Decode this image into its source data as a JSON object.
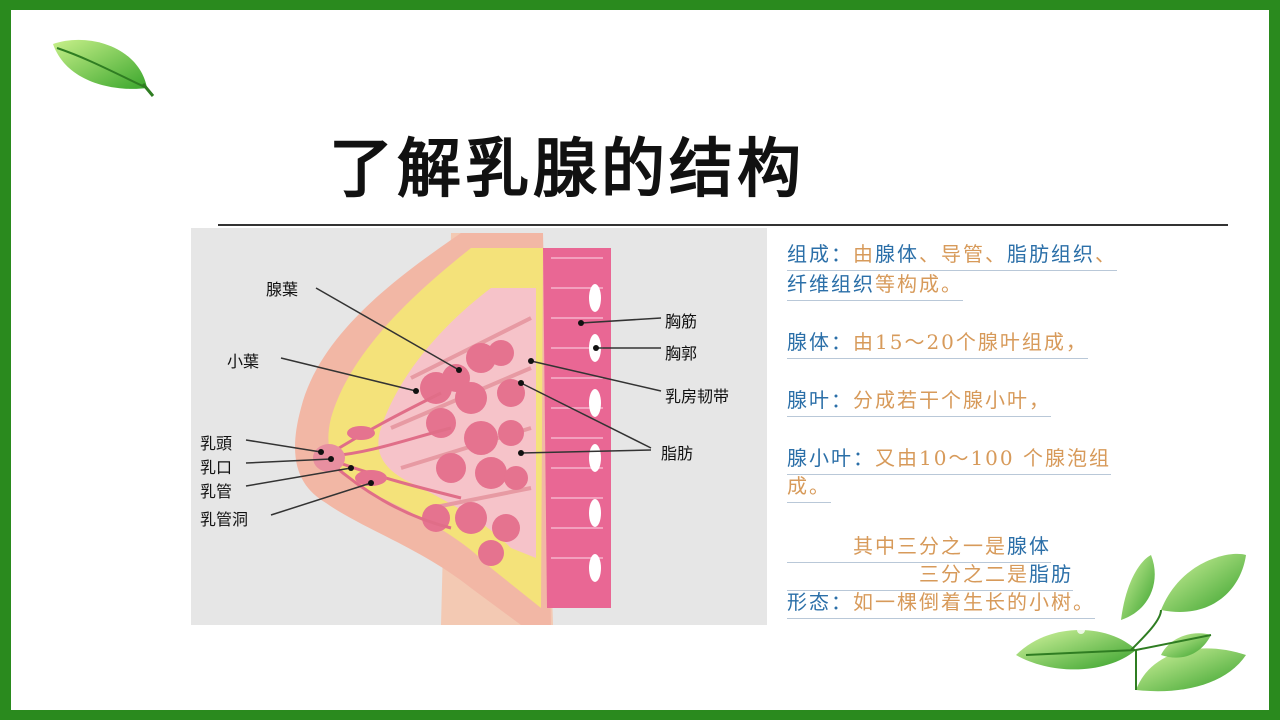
{
  "title": "了解乳腺的结构",
  "diagram_labels": {
    "lobe": "腺葉",
    "lobule": "小葉",
    "nipple": "乳頭",
    "orifice": "乳口",
    "duct": "乳管",
    "sinus": "乳管洞",
    "muscle": "胸筋",
    "rib": "胸郭",
    "ligament": "乳房韧带",
    "fat": "脂肪"
  },
  "notes": {
    "l1_key": "组成：",
    "l1_val_a": "由",
    "l1_k2": "腺体",
    "l1_val_b": "、导管、",
    "l1_k3": "脂肪组织",
    "l1_val_c": "、",
    "l2_k": "纤维组织",
    "l2_val": "等构成。",
    "l3_key": "腺体：",
    "l3_val": "由15～20个腺叶组成，",
    "l4_key": "腺叶：",
    "l4_val": "分成若干个腺小叶，",
    "l5_key": "腺小叶：",
    "l5_val": "又由10～100 个腺泡组",
    "l6_val": "成。",
    "l7_val": "其中三分之一是",
    "l7_key": "腺体",
    "l8_val": "三分之二是",
    "l8_key": "脂肪",
    "l9_key": "形态：",
    "l9_val": "如一棵倒着生长的小树。"
  },
  "colors": {
    "border": "#2a8a1e",
    "key_text": "#2b6fa8",
    "value_text": "#d79a5a"
  }
}
